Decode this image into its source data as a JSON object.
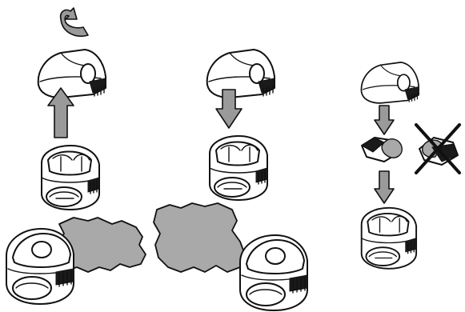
{
  "colors": {
    "background": "#ffffff",
    "outline": "#111111",
    "arrow_fill": "#9a9a9a",
    "shred_fill": "#a9a9a9",
    "cross": "#111111"
  },
  "panels": [
    {
      "name": "remove-cap",
      "arrow_direction": "up",
      "icons": [
        "rotate-arrow-icon",
        "cap-icon",
        "up-arrow-icon",
        "open-unit-icon"
      ]
    },
    {
      "name": "attach-cap",
      "arrow_direction": "down",
      "icons": [
        "cap-icon",
        "down-arrow-icon",
        "open-unit-icon"
      ]
    },
    {
      "name": "insert-correctly",
      "arrow_direction": "down",
      "icons": [
        "cap-icon",
        "down-arrow-icon",
        "pad-correct-icon",
        "pad-incorrect-icon",
        "cross-icon",
        "down-arrow-icon",
        "open-unit-icon"
      ]
    }
  ],
  "bottom": {
    "icons": [
      "unit-left-icon",
      "shred-left-icon",
      "shred-right-icon",
      "unit-right-icon"
    ]
  }
}
